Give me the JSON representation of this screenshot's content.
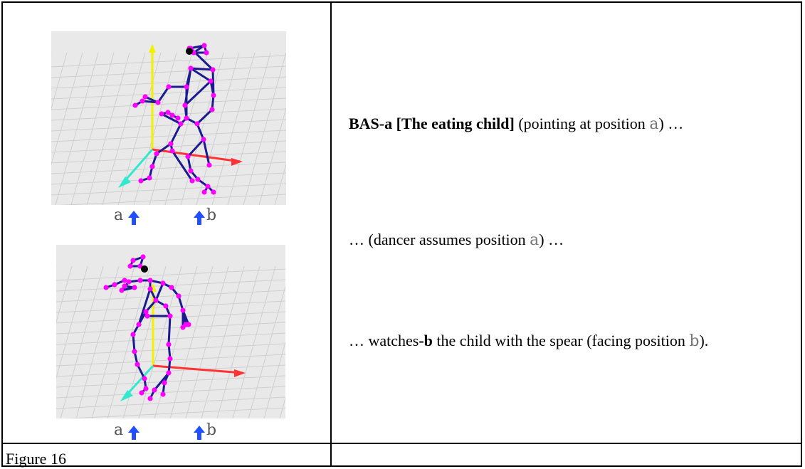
{
  "figure": {
    "caption": "Figure 16",
    "top_panel": {
      "label_a": "a",
      "label_b": "b"
    },
    "bottom_panel": {
      "label_a": "a",
      "label_b": "b"
    }
  },
  "text": {
    "line1_bold": "BAS-a [The eating child]",
    "line1_rest": " (pointing at position ",
    "line1_letter": "a",
    "line1_end": ") …",
    "line2_start": "… (dancer assumes position ",
    "line2_letter": "a",
    "line2_end": ") …",
    "line3_start": "… watches",
    "line3_bold": "-b",
    "line3_rest": " the child with the spear (facing position ",
    "line3_letter": "b",
    "line3_end": ")."
  },
  "colors": {
    "skeleton": "#1b1b8f",
    "joint": "#ff00ff",
    "head": "#000000",
    "axis_y": "#f2f200",
    "axis_x": "#ff3333",
    "axis_z": "#33e8d0",
    "arrow": "#1f4fff",
    "grid": "#cfcfcf"
  }
}
